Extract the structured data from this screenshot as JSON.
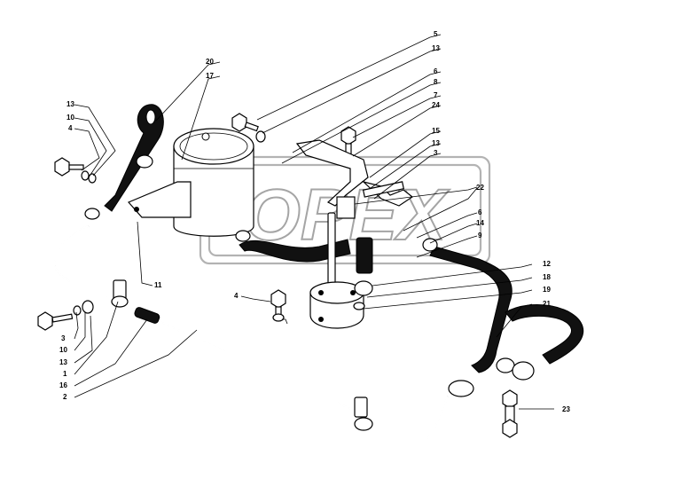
{
  "diagram": {
    "watermark": "OPEX",
    "callouts": [
      {
        "id": "c5",
        "label": "5"
      },
      {
        "id": "c13a",
        "label": "13"
      },
      {
        "id": "c6a",
        "label": "6"
      },
      {
        "id": "c8",
        "label": "8"
      },
      {
        "id": "c7",
        "label": "7"
      },
      {
        "id": "c24",
        "label": "24"
      },
      {
        "id": "c15",
        "label": "15"
      },
      {
        "id": "c13b",
        "label": "13"
      },
      {
        "id": "c3a",
        "label": "3"
      },
      {
        "id": "c22",
        "label": "22"
      },
      {
        "id": "c6b",
        "label": "6"
      },
      {
        "id": "c14",
        "label": "14"
      },
      {
        "id": "c9",
        "label": "9"
      },
      {
        "id": "c20",
        "label": "20"
      },
      {
        "id": "c17",
        "label": "17"
      },
      {
        "id": "c13c",
        "label": "13"
      },
      {
        "id": "c10a",
        "label": "10"
      },
      {
        "id": "c4a",
        "label": "4"
      },
      {
        "id": "c11",
        "label": "11"
      },
      {
        "id": "c4b",
        "label": "4"
      },
      {
        "id": "c12",
        "label": "12"
      },
      {
        "id": "c18",
        "label": "18"
      },
      {
        "id": "c19",
        "label": "19"
      },
      {
        "id": "c21",
        "label": "21"
      },
      {
        "id": "c3b",
        "label": "3"
      },
      {
        "id": "c10b",
        "label": "10"
      },
      {
        "id": "c13d",
        "label": "13"
      },
      {
        "id": "c1",
        "label": "1"
      },
      {
        "id": "c16",
        "label": "16"
      },
      {
        "id": "c2",
        "label": "2"
      },
      {
        "id": "c23",
        "label": "23"
      }
    ]
  }
}
